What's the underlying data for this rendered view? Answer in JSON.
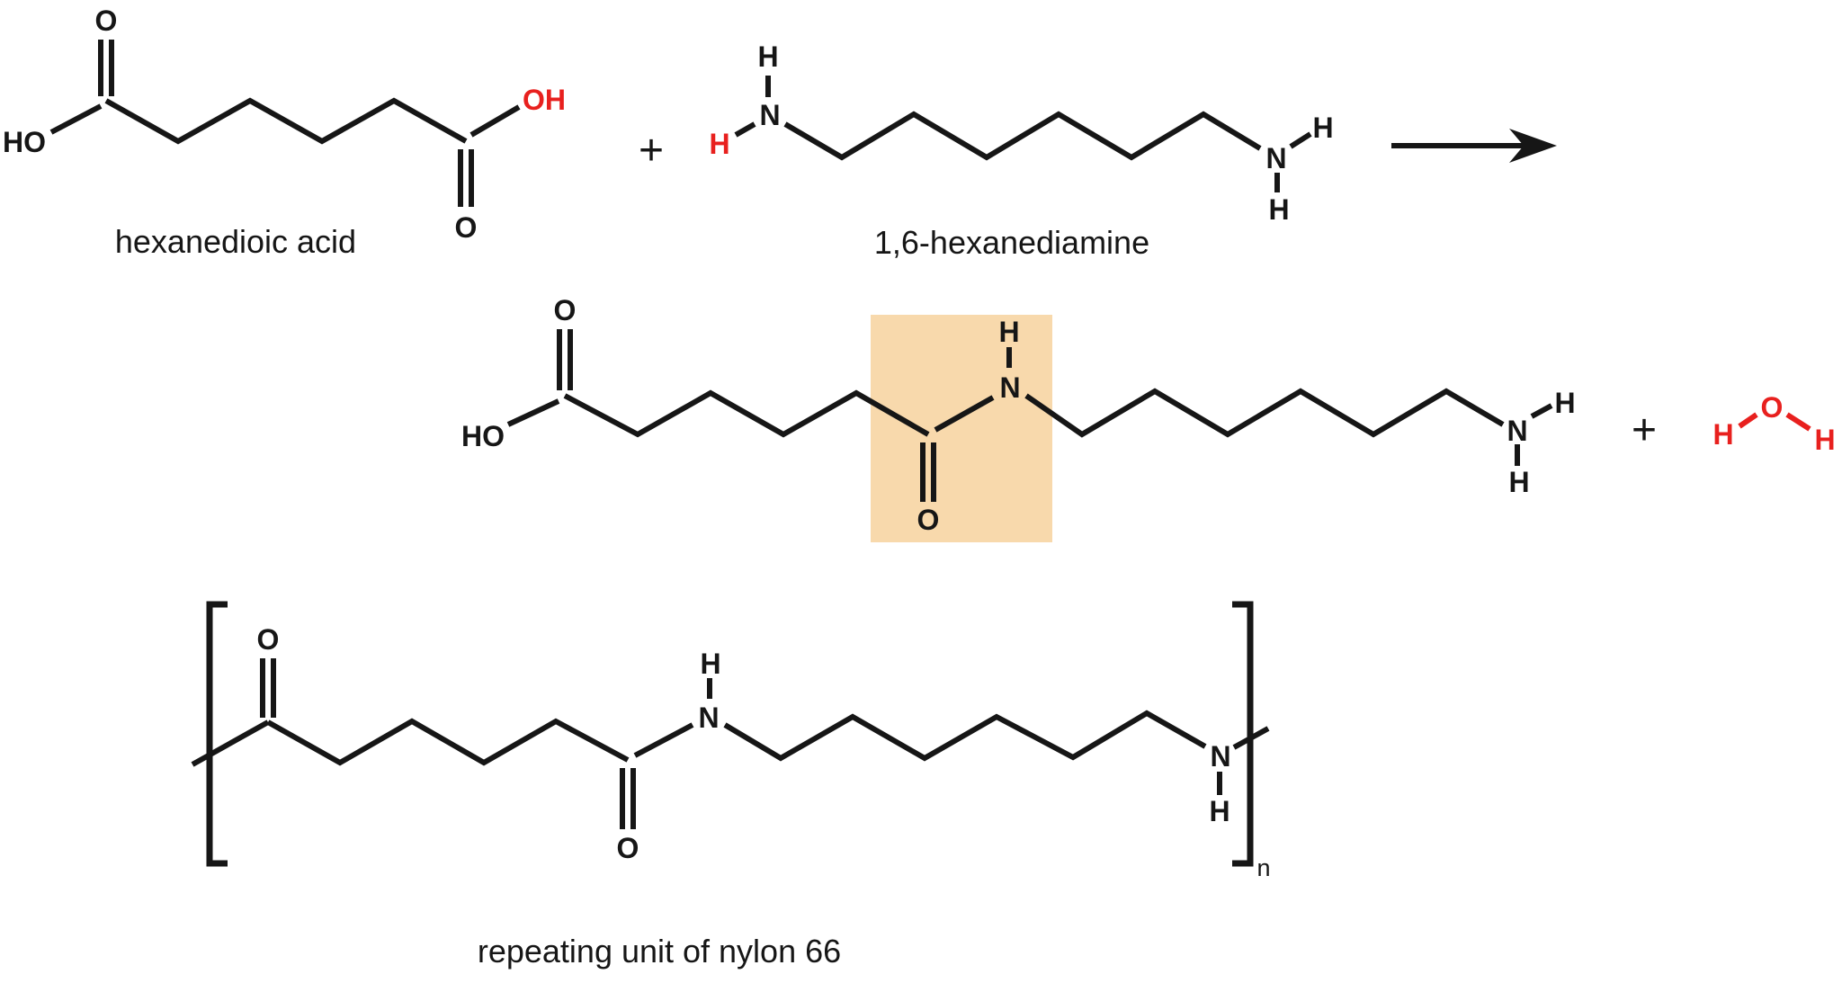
{
  "colors": {
    "ink": "#161616",
    "red": "#e8201e",
    "highlight": "#f8d9ac",
    "background": "#ffffff"
  },
  "reaction": {
    "plus_reactants": "+",
    "plus_products": "+",
    "reactant_acid": {
      "name": "hexanedioic acid",
      "atoms": {
        "ho": "HO",
        "carbonyl_o_top": "O",
        "hydroxyl_oh": "OH",
        "carbonyl_o_bottom": "O"
      }
    },
    "reactant_diamine": {
      "name": "1,6-hexanediamine",
      "atoms": {
        "h_red": "H",
        "n1": "N",
        "n1_h_top": "H",
        "n2": "N",
        "n2_h_right": "H",
        "n2_h_below": "H"
      }
    },
    "product_amide": {
      "atoms": {
        "ho": "HO",
        "carbonyl_o_top": "O",
        "amide_o": "O",
        "amide_n": "N",
        "amide_n_h": "H",
        "amine_n": "N",
        "amine_h_right": "H",
        "amine_h_below": "H"
      }
    },
    "water": {
      "h_left": "H",
      "o": "O",
      "h_right": "H"
    },
    "polymer": {
      "name": "repeating unit of nylon 66",
      "repeat_subscript": "n",
      "atoms": {
        "carbonyl_o_left": "O",
        "amide_o": "O",
        "amide_n": "N",
        "amide_n_h": "H",
        "amine_n": "N",
        "amine_n_h": "H"
      }
    }
  }
}
